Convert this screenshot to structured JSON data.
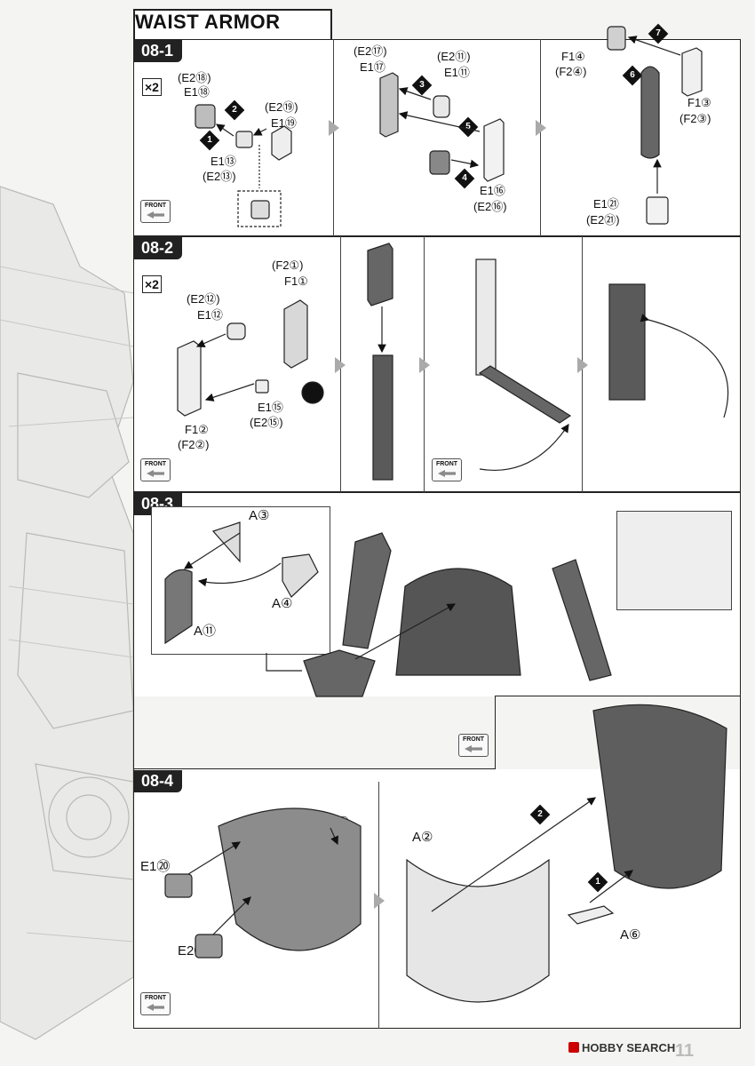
{
  "page": {
    "title": "WAIST ARMOR",
    "page_number": "11",
    "watermark": "HOBBY SEARCH",
    "front_label": "FRONT"
  },
  "steps": {
    "s1": {
      "badge": "08-1",
      "multiplier": "×2",
      "labels": [
        "(E2⑱)",
        "E1⑱",
        "(E2⑲)",
        "E1⑲",
        "E1⑬",
        "(E2⑬)",
        "(E2⑰)",
        "E1⑰",
        "(E2⑪)",
        "E1⑪",
        "E1⑯",
        "(E2⑯)",
        "F1④",
        "(F2④)",
        "F1③",
        "(F2③)",
        "E1㉑",
        "(E2㉑)"
      ],
      "order_marks": [
        "1",
        "2",
        "3",
        "4",
        "5",
        "6",
        "7"
      ]
    },
    "s2": {
      "badge": "08-2",
      "multiplier": "×2",
      "labels": [
        "(F2①)",
        "F1①",
        "(E2⑫)",
        "E1⑫",
        "E1⑮",
        "(E2⑮)",
        "F1②",
        "(F2②)"
      ]
    },
    "s3": {
      "badge": "08-3",
      "labels": [
        "A③",
        "A④",
        "A⑪"
      ]
    },
    "s4": {
      "badge": "08-4",
      "labels": [
        "A①",
        "E1⑳",
        "E2⑳",
        "A②",
        "A⑥"
      ],
      "order_marks": [
        "1",
        "2"
      ]
    }
  }
}
